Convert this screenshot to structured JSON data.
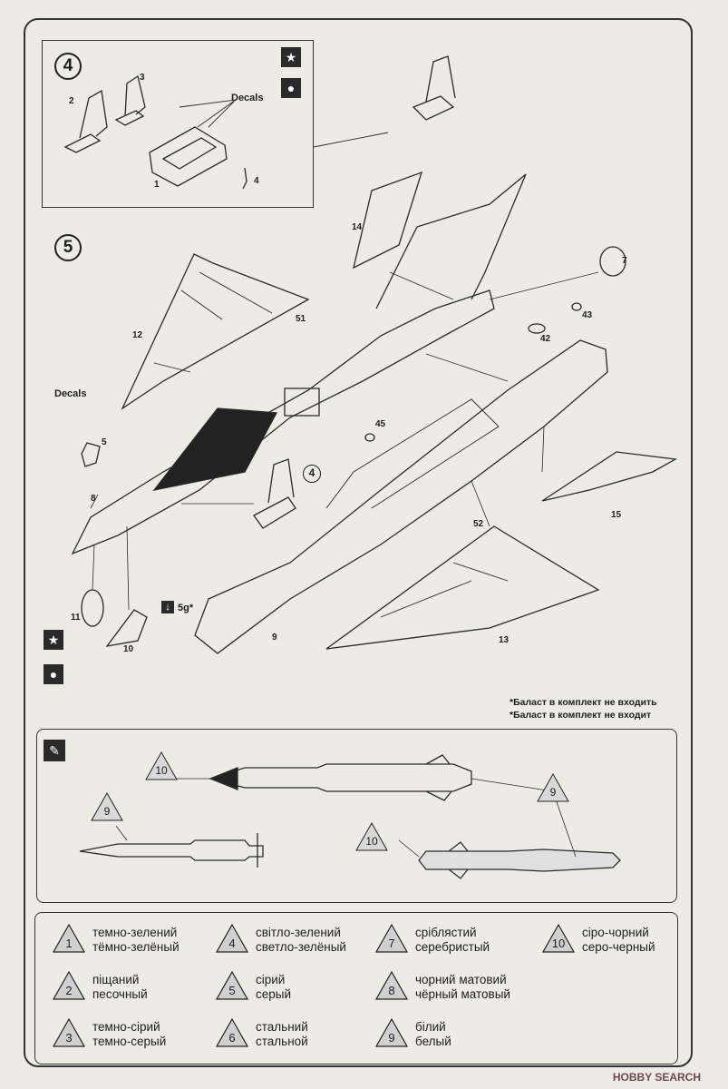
{
  "steps": {
    "step4": {
      "number": "4",
      "decals_label": "Decals",
      "part_labels": [
        "1",
        "2",
        "3",
        "4"
      ]
    },
    "step5": {
      "number": "5",
      "decals_label": "Decals",
      "sub_step_ref": "4",
      "weight_note": "5g*",
      "part_labels": [
        "5",
        "7",
        "8",
        "9",
        "10",
        "11",
        "12",
        "13",
        "14",
        "15",
        "42",
        "43",
        "45",
        "51",
        "52"
      ]
    }
  },
  "ballast_note": {
    "line1": "*Баласт в комплект не входить",
    "line2": "*Баласт в комплект не входит"
  },
  "missile_callouts": [
    "10",
    "9",
    "9",
    "10"
  ],
  "paint_legend": [
    {
      "number": "1",
      "line1": "темно-зелений",
      "line2": "тёмно-зелёный"
    },
    {
      "number": "2",
      "line1": "піщаний",
      "line2": "песочный"
    },
    {
      "number": "3",
      "line1": "темно-сірий",
      "line2": "темно-серый"
    },
    {
      "number": "4",
      "line1": "світло-зелений",
      "line2": "светло-зелёный"
    },
    {
      "number": "5",
      "line1": "сірий",
      "line2": "серый"
    },
    {
      "number": "6",
      "line1": "стальний",
      "line2": "стальной"
    },
    {
      "number": "7",
      "line1": "сріблястий",
      "line2": "серебристый"
    },
    {
      "number": "8",
      "line1": "чорний матовий",
      "line2": "чёрный матовый"
    },
    {
      "number": "9",
      "line1": "білий",
      "line2": "белый"
    },
    {
      "number": "10",
      "line1": "сіро-чорний",
      "line2": "серо-черный"
    }
  ],
  "watermark": "HOBBY SEARCH",
  "icons": {
    "star": "star-icon",
    "drop": "paint-drop-icon",
    "brush": "paint-brush-icon",
    "weight": "weight-down-arrow-icon"
  }
}
